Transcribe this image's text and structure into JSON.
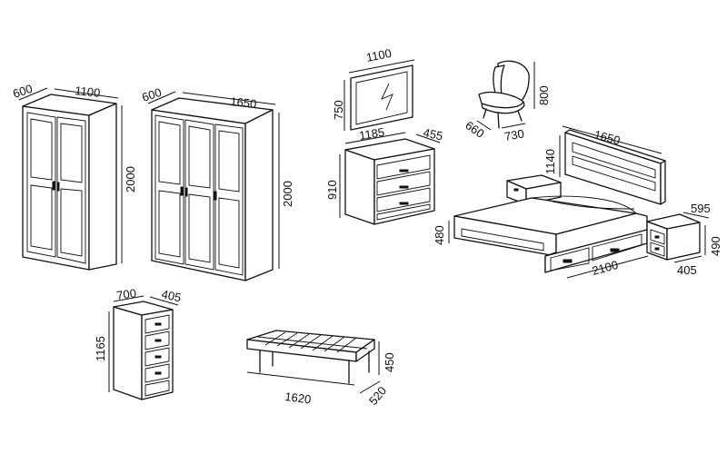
{
  "wardrobe_2door": {
    "depth": "600",
    "width": "1100",
    "height": "2000"
  },
  "wardrobe_3door": {
    "depth": "600",
    "width": "1650",
    "height": "2000"
  },
  "mirror": {
    "width": "1100",
    "height": "750"
  },
  "dresser": {
    "width": "1185",
    "depth": "455",
    "height": "910"
  },
  "chair": {
    "height": "800",
    "width": "730",
    "depth": "660"
  },
  "bed": {
    "width": "1650",
    "headboard_height": "1140",
    "length": "2100",
    "frame_height": "480"
  },
  "nightstand": {
    "depth": "595",
    "height": "490",
    "width": "405"
  },
  "tall_chest": {
    "width": "700",
    "depth": "405",
    "height": "1165"
  },
  "bench": {
    "width": "1620",
    "height": "450",
    "depth": "520"
  }
}
